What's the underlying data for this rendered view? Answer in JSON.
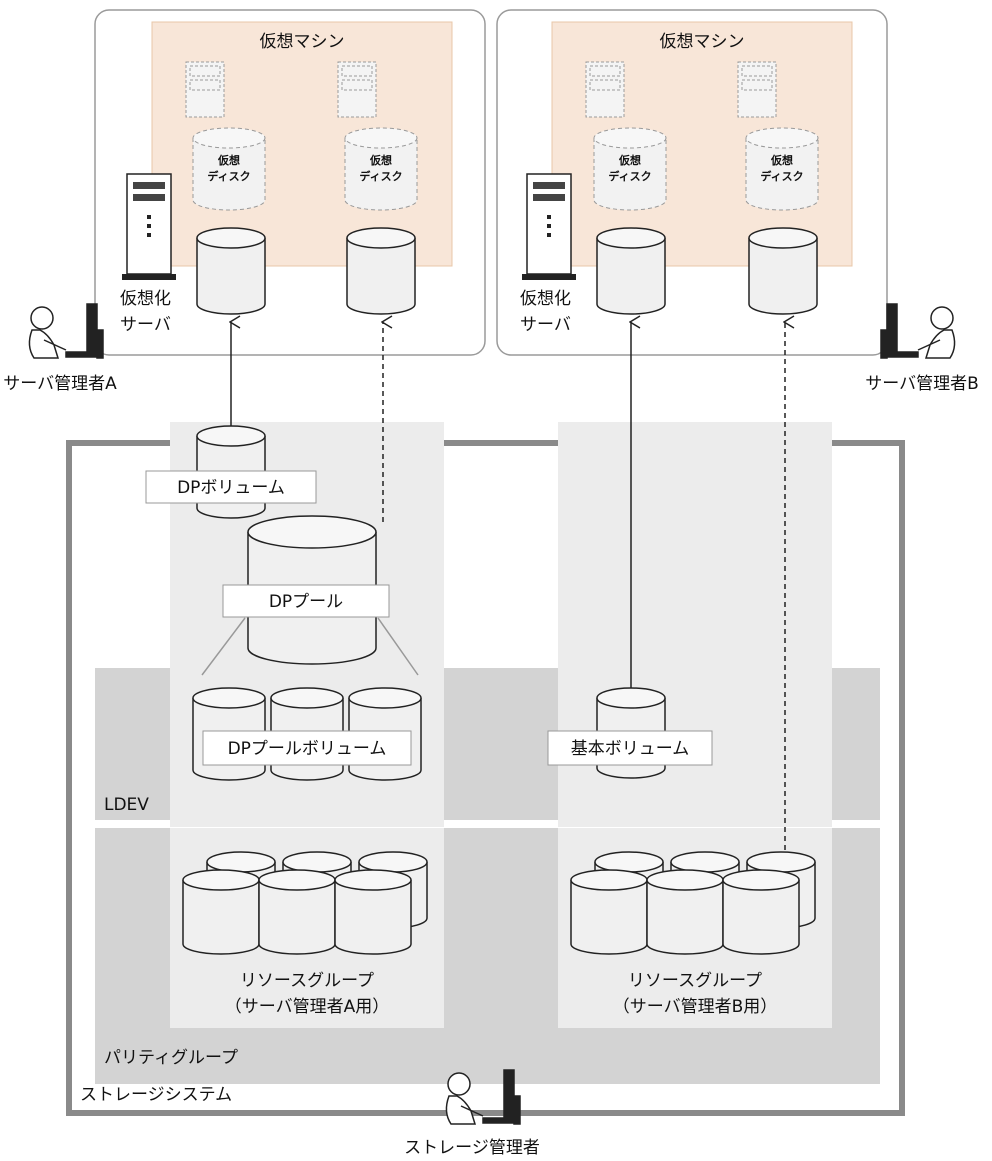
{
  "servers": [
    {
      "vm_title": "仮想マシン",
      "vdisk_lines": [
        "仮想",
        "ディスク"
      ],
      "server_lines": [
        "仮想化",
        "サーバ"
      ]
    },
    {
      "vm_title": "仮想マシン",
      "vdisk_lines": [
        "仮想",
        "ディスク"
      ],
      "server_lines": [
        "仮想化",
        "サーバ"
      ]
    }
  ],
  "admins": {
    "a": "サーバ管理者A",
    "b": "サーバ管理者B",
    "storage": "ストレージ管理者"
  },
  "storage": {
    "system_label": "ストレージシステム",
    "ldev_label": "LDEV",
    "parity_group_label": "パリティグループ",
    "dp_volume": "DPボリューム",
    "dp_pool": "DPプール",
    "dp_pool_volume": "DPプールボリューム",
    "basic_volume": "基本ボリューム",
    "resource_group_label": "リソースグループ",
    "resource_group_a_sub": "（サーバ管理者A用）",
    "resource_group_b_sub": "（サーバ管理者B用）"
  },
  "colors": {
    "vm_fill": "#f8e6d8",
    "light_column": "#ececec",
    "band": "#d3d3d3",
    "frame": "#8a8a8a",
    "cylinder": "#f0f0f0"
  }
}
